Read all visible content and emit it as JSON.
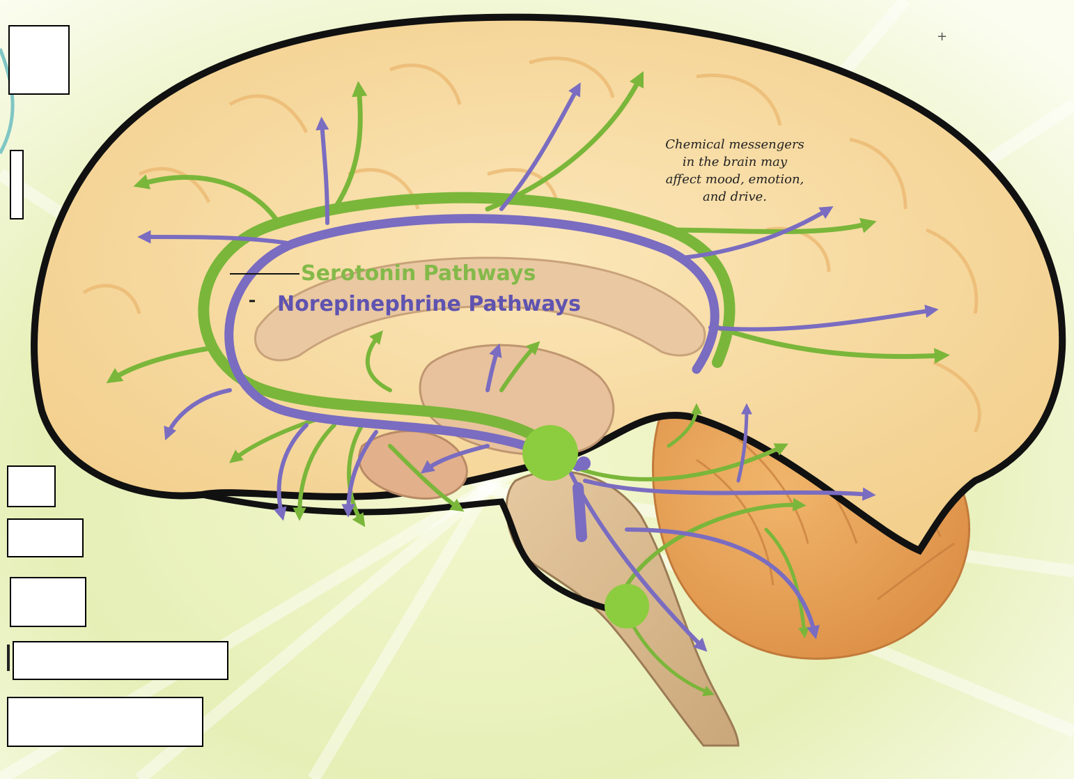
{
  "diagram": {
    "labels": {
      "serotonin": "Serotonin Pathways",
      "norepinephrine": "Norepinephrine Pathways"
    },
    "annotation": {
      "line1": "Chemical messengers",
      "line2": "in the brain may",
      "line3": "affect mood, emotion,",
      "line4": "and drive."
    }
  },
  "colors": {
    "serotonin": "#7ab63a",
    "norepinephrine": "#7a6cc0",
    "brain_fill": "#f6d9a0",
    "brain_outline": "#111111",
    "cerebellum": "#e9a25a",
    "brainstem": "#d9b98f",
    "background_glow": "#dde9a8"
  },
  "blank_label_boxes": [
    {
      "id": "box-1",
      "text": ""
    },
    {
      "id": "box-2",
      "text": ""
    },
    {
      "id": "box-3",
      "text": ""
    },
    {
      "id": "box-4",
      "text": ""
    },
    {
      "id": "box-5",
      "text": ""
    },
    {
      "id": "box-6",
      "text": ""
    },
    {
      "id": "box-7",
      "text": ""
    }
  ]
}
